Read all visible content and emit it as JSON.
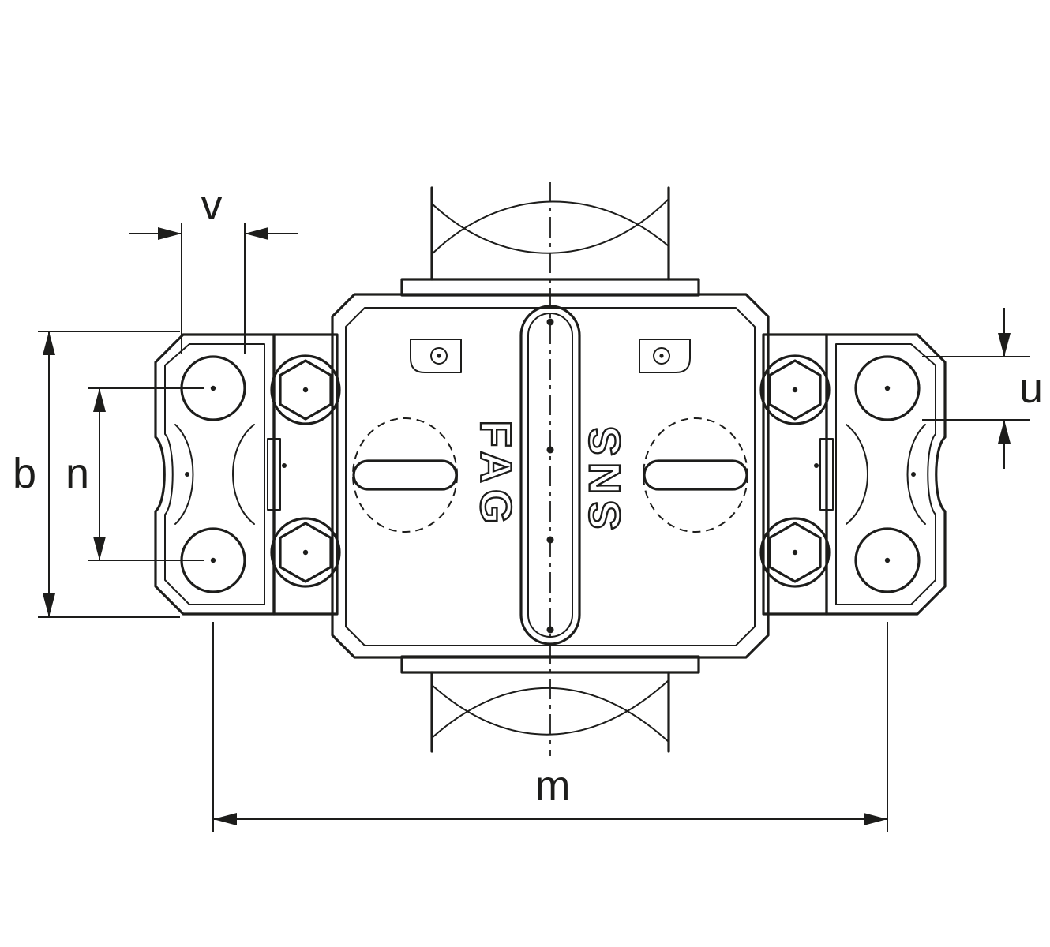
{
  "drawing": {
    "kind": "technical-dimension-drawing",
    "subject": "Split plummer block bearing housing with shaft, plan view",
    "brand_embossed": "FAG",
    "series_embossed": "SNS",
    "dimension_labels": {
      "v": "v",
      "u": "u",
      "b": "b",
      "n": "n",
      "m": "m"
    },
    "colors": {
      "line": "#1d1d1b",
      "background": "#ffffff"
    }
  }
}
